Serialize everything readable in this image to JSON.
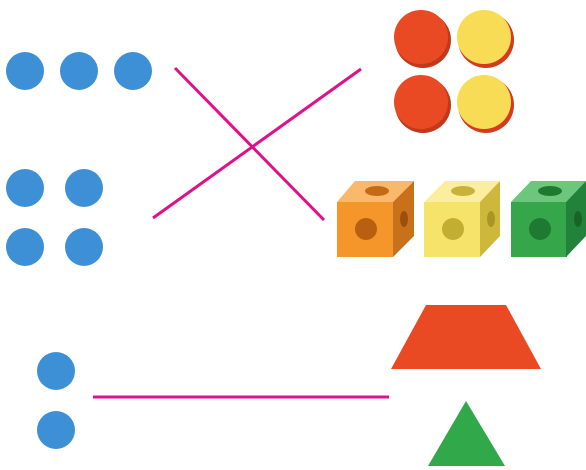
{
  "colors": {
    "dot_blue": "#3d8fd6",
    "line_magenta": "#e0108a",
    "counter_red": "#e94a24",
    "counter_yellow": "#f8dc55",
    "cube_orange": "#f5962a",
    "cube_yellow": "#f6e36a",
    "cube_green": "#35a64a",
    "trapezoid_red": "#e94a24",
    "triangle_green": "#31a84a"
  },
  "left_groups": [
    {
      "name": "three-dots",
      "count": 3
    },
    {
      "name": "four-dots",
      "count": 4
    },
    {
      "name": "two-dots",
      "count": 2
    }
  ],
  "right_groups": [
    {
      "name": "four-counters",
      "count": 4
    },
    {
      "name": "three-cubes",
      "count": 3
    },
    {
      "name": "two-shapes",
      "count": 2
    }
  ],
  "matches": [
    {
      "from": "three-dots",
      "to": "three-cubes"
    },
    {
      "from": "four-dots",
      "to": "four-counters"
    },
    {
      "from": "two-dots",
      "to": "two-shapes"
    }
  ]
}
